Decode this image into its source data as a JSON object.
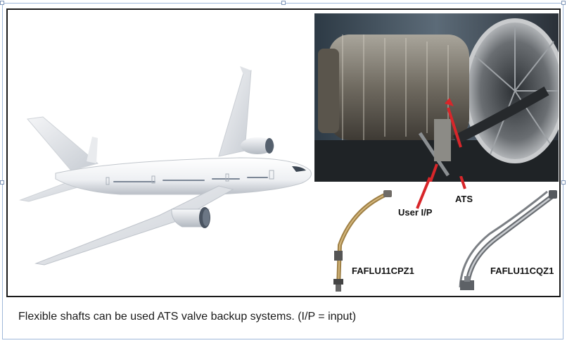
{
  "figure": {
    "callouts": {
      "user_input": "User I/P",
      "ats": "ATS"
    },
    "parts": {
      "left": "FAFLU11CPZ1",
      "right": "FAFLU11CQZ1"
    }
  },
  "caption": "Flexible shafts can be used ATS valve backup systems. (I/P = input)",
  "colors": {
    "arrow": "#d8262a",
    "frame": "#1a1a1a",
    "selection": "#9fb8d9"
  }
}
